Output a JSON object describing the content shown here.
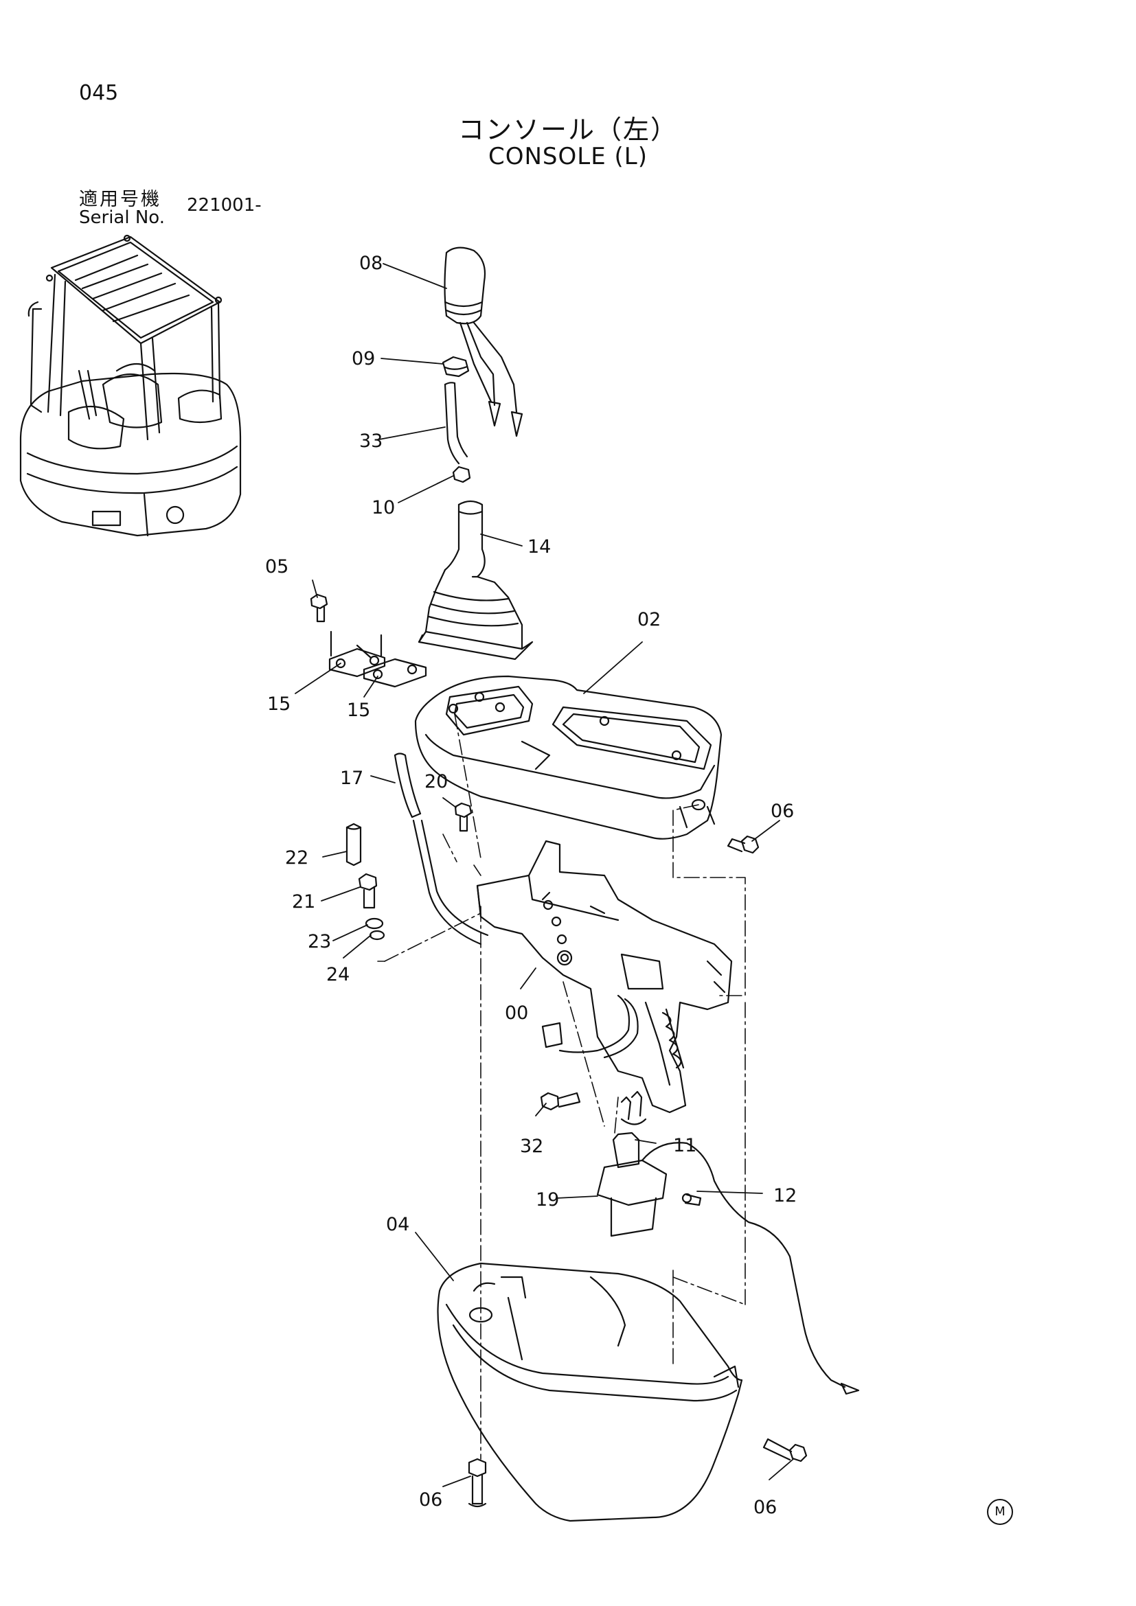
{
  "page": {
    "page_number": "045",
    "title_jp": "コンソール（左）",
    "title_en": "CONSOLE (L)",
    "serial_label_jp": "適用号機",
    "serial_label_en": "Serial No.",
    "serial_value": "221001-",
    "corner_mark": "M"
  },
  "callouts": {
    "c08": "08",
    "c09": "09",
    "c33": "33",
    "c10": "10",
    "c14": "14",
    "c05": "05",
    "c15a": "15",
    "c15b": "15",
    "c02": "02",
    "c17": "17",
    "c20": "20",
    "c06a": "06",
    "c22": "22",
    "c21": "21",
    "c23": "23",
    "c24": "24",
    "c00": "00",
    "c32": "32",
    "c11": "11",
    "c12": "12",
    "c19": "19",
    "c04": "04",
    "c06b": "06",
    "c06c": "06"
  }
}
